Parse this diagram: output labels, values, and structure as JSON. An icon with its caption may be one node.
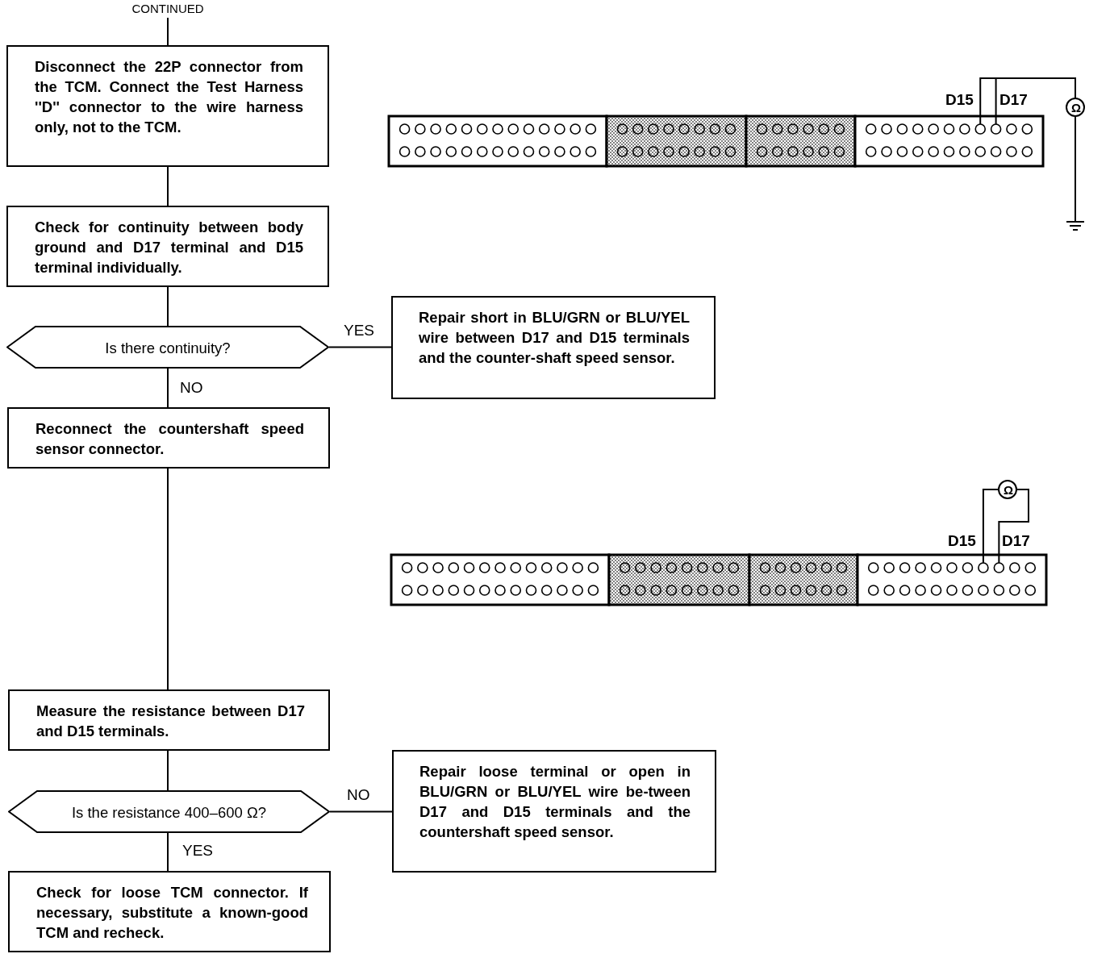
{
  "diagram": {
    "nodes": [
      {
        "text": [
          "CONTINUED"
        ]
      },
      {
        "text": [
          "Disconnect the 22P connector from the TCM. Connect the Test Harness ''D'' connector to the wire harness only, not to the TCM."
        ]
      },
      {
        "text": [
          "Check for continuity between body ground and D17 terminal and D15 terminal individually."
        ]
      },
      {
        "text": [
          "Is there continuity?"
        ]
      },
      {
        "text": [
          "Repair short in BLU/GRN or BLU/YEL wire between D17 and D15 terminals and the counter-shaft speed sensor."
        ]
      },
      {
        "text": [
          "Reconnect the countershaft speed sensor connector."
        ]
      },
      {
        "text": [
          "Measure the resistance between D17 and D15 terminals."
        ]
      },
      {
        "text": [
          "Is the resistance 400–600 Ω?"
        ]
      },
      {
        "text": [
          "Repair loose terminal or open in BLU/GRN or BLU/YEL wire be-tween D17 and D15 terminals and the countershaft speed sensor."
        ]
      },
      {
        "text": [
          "Check for loose TCM connector. If necessary, substitute a known-good TCM and recheck."
        ]
      }
    ],
    "edges": [
      {
        "from": 0,
        "to": 1,
        "arrow": "none"
      },
      {
        "from": 1,
        "to": 2,
        "arrow": "none"
      },
      {
        "from": 2,
        "to": 3,
        "arrow": "none"
      },
      {
        "from": 3,
        "to": 4,
        "arrow": "none",
        "label": "YES"
      },
      {
        "from": 3,
        "to": 5,
        "arrow": "none",
        "label": "NO"
      },
      {
        "from": 5,
        "to": 6,
        "arrow": "none"
      },
      {
        "from": 6,
        "to": 7,
        "arrow": "none"
      },
      {
        "from": 7,
        "to": 8,
        "arrow": "none",
        "label": "NO"
      },
      {
        "from": 7,
        "to": 9,
        "arrow": "none",
        "label": "YES"
      }
    ],
    "labels": [
      "D15",
      "D17",
      "Ω",
      "Ω",
      "D15",
      "D17"
    ]
  }
}
